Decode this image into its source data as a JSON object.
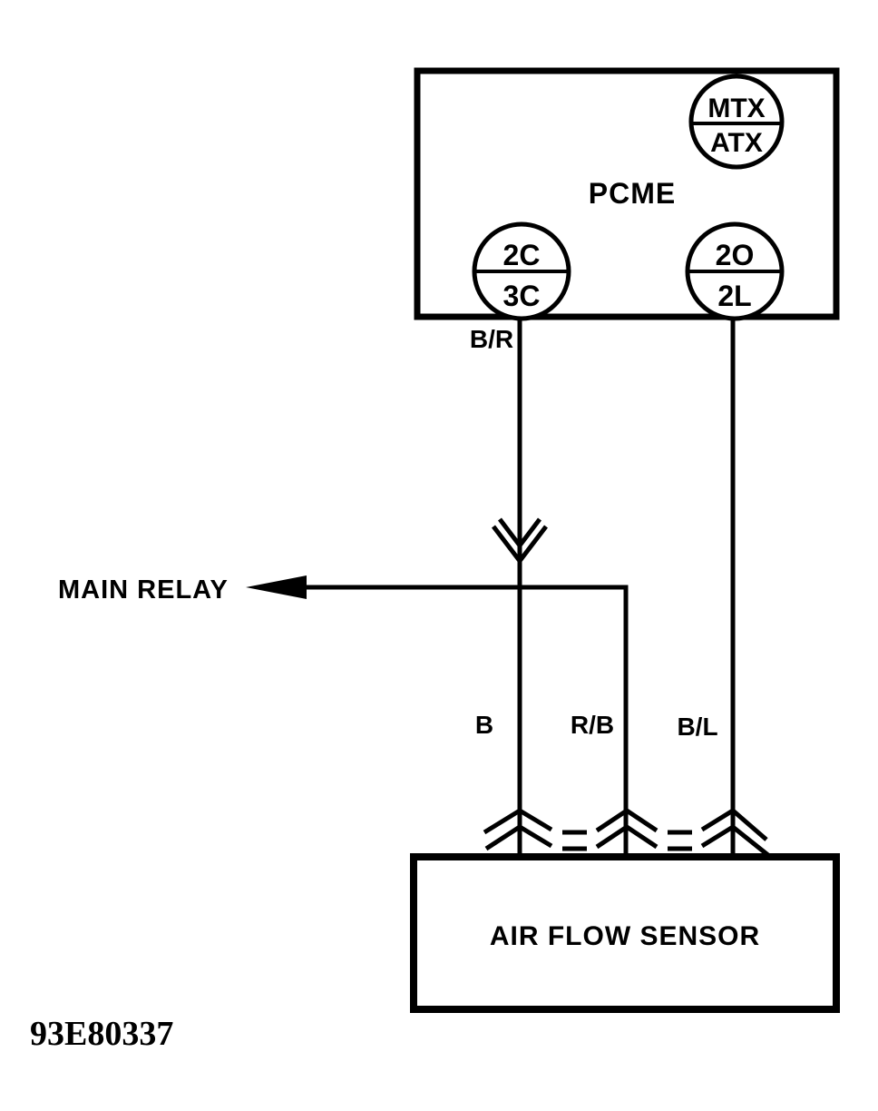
{
  "colors": {
    "ink": "#000000",
    "paper": "#ffffff"
  },
  "pcme": {
    "label": "PCME",
    "badge_top": "MTX",
    "badge_bottom": "ATX",
    "connector_left_top": "2C",
    "connector_left_bottom": "3C",
    "connector_right_top": "2O",
    "connector_right_bottom": "2L"
  },
  "wire_labels": {
    "br": "B/R",
    "b": "B",
    "rb": "R/B",
    "bl": "B/L"
  },
  "main_relay": {
    "label": "MAIN RELAY"
  },
  "sensor": {
    "label": "AIR FLOW SENSOR"
  },
  "figure_id": "93E80337"
}
